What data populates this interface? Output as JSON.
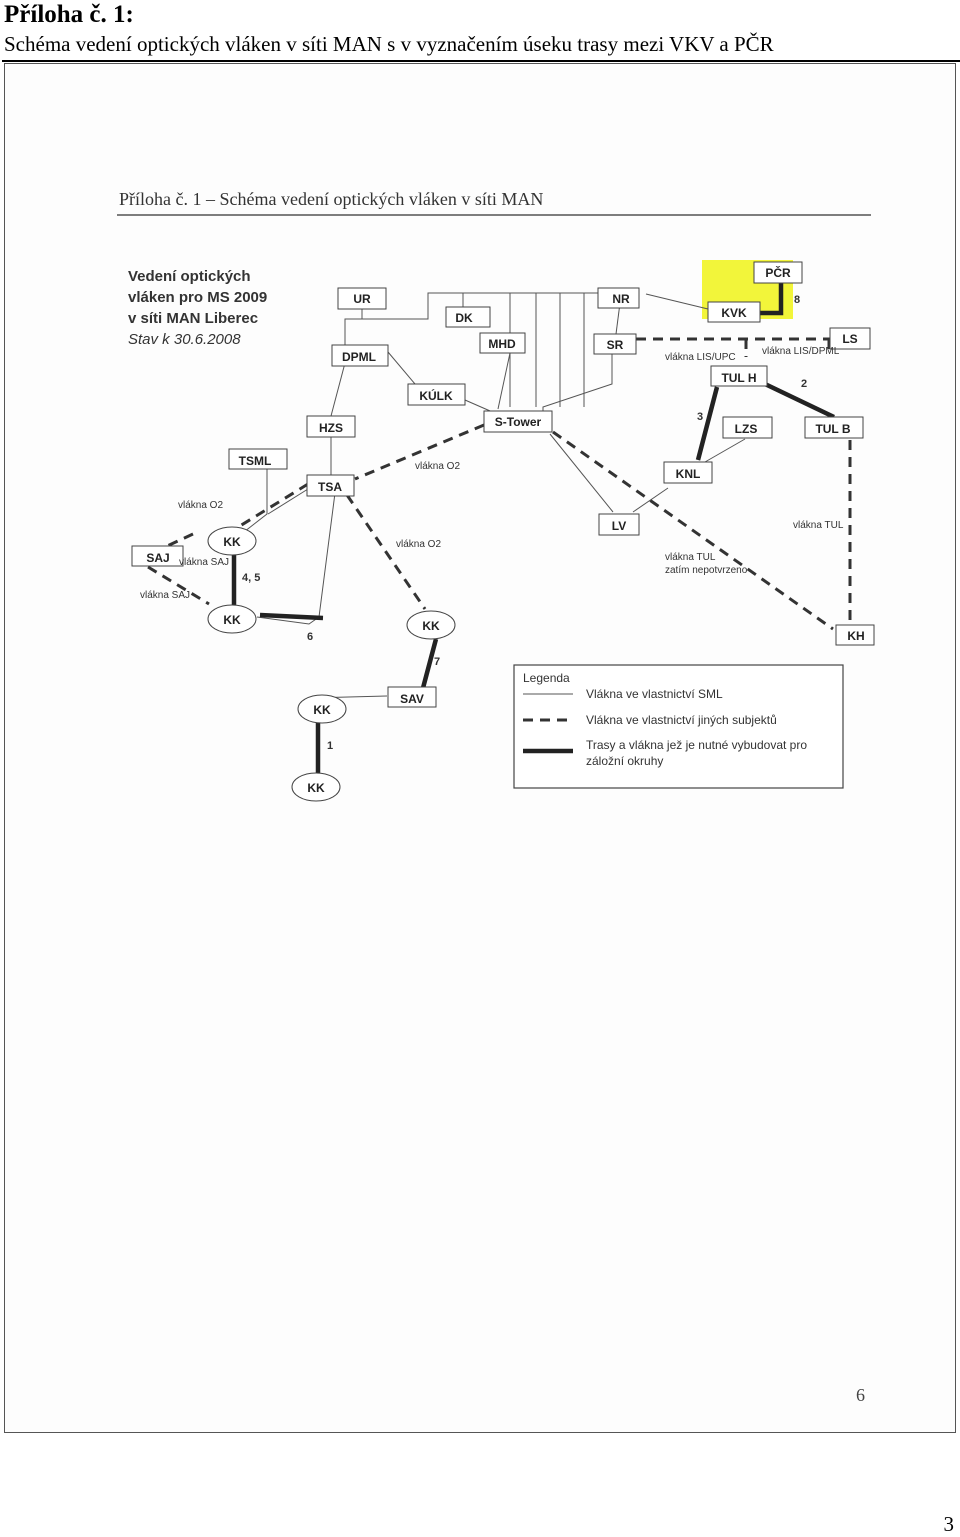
{
  "document": {
    "heading": "Příloha č. 1:",
    "subheading": "Schéma vedení optických vláken v síti MAN s v vyznačením úseku trasy mezi VKV a PČR",
    "page_number": "3"
  },
  "scan": {
    "title": "Příloha č. 1 – Schéma vedení optických vláken v síti MAN",
    "scan_page_number": "6",
    "info_lines": [
      "Vedení optických",
      "vláken pro MS 2009",
      "v síti MAN Liberec",
      "Stav k 30.6.2008"
    ]
  },
  "nodes": {
    "ur": "UR",
    "dk": "DK",
    "nr": "NR",
    "pcr": "PČR",
    "kvk": "KVK",
    "dpml": "DPML",
    "mhd": "MHD",
    "sr": "SR",
    "ls": "LS",
    "kulk": "KÚLK",
    "tulh": "TUL H",
    "hzs": "HZS",
    "stower": "S-Tower",
    "lzs": "LZS",
    "tulb": "TUL B",
    "tsml": "TSML",
    "tsa": "TSA",
    "knl": "KNL",
    "lv": "LV",
    "saj": "SAJ",
    "kh": "KH",
    "sav": "SAV",
    "kk": "KK"
  },
  "line_labels": {
    "vlakna_lis_upc": "vlákna LIS/UPC",
    "vlakna_lis_dpml": "vlákna LIS/DPML",
    "vlakna_o2": "vlákna O2",
    "vlakna_saj": "vlákna SAJ",
    "vlakna_tul": "vlákna TUL",
    "vlakna_tul_nepotvrzeno": [
      "vlákna TUL",
      "zatím nepotvrzeno"
    ],
    "num_1": "1",
    "num_2": "2",
    "num_3": "3",
    "num_45": "4, 5",
    "num_6": "6",
    "num_7": "7",
    "num_8": "8"
  },
  "legend": {
    "title": "Legenda",
    "items": [
      "Vlákna ve vlastnictví SML",
      "Vlákna ve vlastnictví jiných subjektů",
      [
        "Trasy a vlákna jež je nutné vybudovat pro",
        "záložní okruhy"
      ]
    ]
  },
  "colors": {
    "highlight": "#f2f53a",
    "line": "#444444",
    "text": "#222222"
  }
}
